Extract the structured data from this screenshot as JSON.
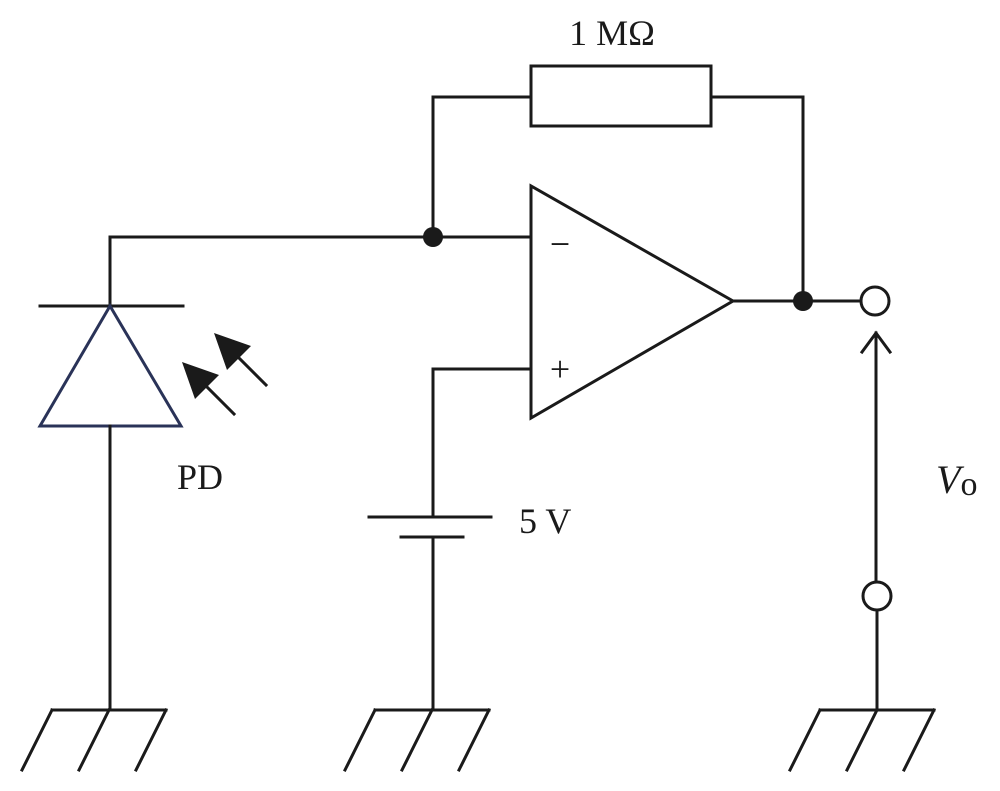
{
  "diagram": {
    "resistor_label": "1 MΩ",
    "photodiode_label": "PD",
    "battery_label": "5 V",
    "output_label_main": "V",
    "output_label_sub": "o",
    "minus_symbol": "−",
    "plus_symbol": "+"
  },
  "colors": {
    "line": "#1a1a1a",
    "diode": "#2a3358",
    "background": "#ffffff"
  }
}
